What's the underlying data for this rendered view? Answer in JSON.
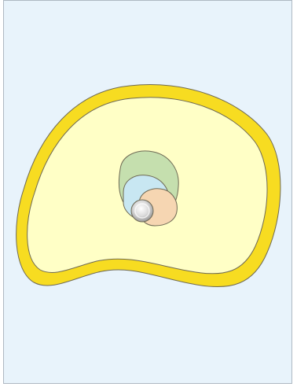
{
  "colors": {
    "background": "#e8f3fb",
    "frame_border": "#aeb8c2",
    "outer_ring": "#f7dc21",
    "outer_fill": "#ffffc6",
    "outline": "#6f6a55",
    "green_region": "#c5dfae",
    "blue_region": "#c8e7f2",
    "orange_region": "#f6d6b2",
    "center_disc": "#d8d8d8"
  },
  "shapes": [
    {
      "name": "outer-ring",
      "color_key": "outer_ring"
    },
    {
      "name": "inner-fill",
      "color_key": "outer_fill"
    },
    {
      "name": "green-region",
      "color_key": "green_region"
    },
    {
      "name": "blue-region",
      "color_key": "blue_region"
    },
    {
      "name": "orange-region",
      "color_key": "orange_region"
    },
    {
      "name": "center-disc",
      "color_key": "center_disc"
    }
  ]
}
